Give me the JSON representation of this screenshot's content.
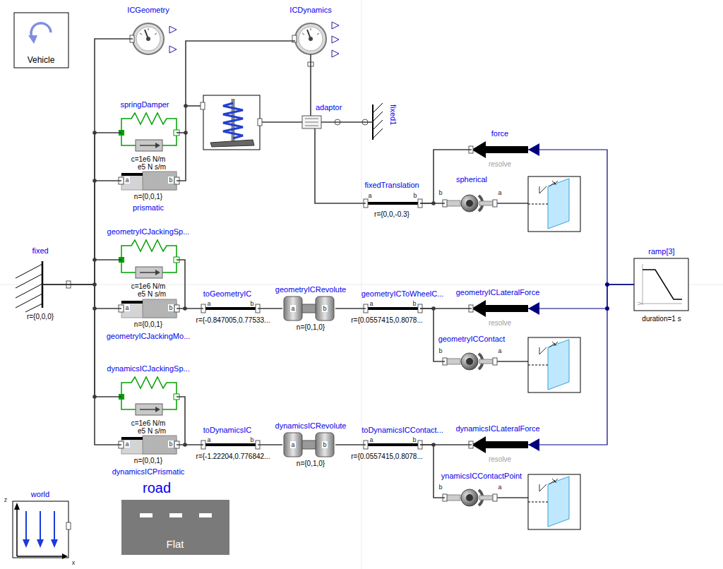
{
  "diagram": {
    "nodes": [
      {
        "text": [
          "Vehicle"
        ]
      },
      {
        "text": [
          "ICGeometry"
        ]
      },
      {
        "text": [
          "ICDynamics"
        ]
      },
      {
        "text": [
          "springDamper",
          "c=1e6 N/m",
          "e5 N s/m"
        ]
      },
      {
        "text": [
          "n={0,0,1}",
          "prismatic"
        ]
      },
      {
        "text": [
          "adaptor"
        ]
      },
      {
        "text": [
          "fixed1"
        ]
      },
      {
        "text": [
          "force",
          "resolve"
        ]
      },
      {
        "text": [
          "fixedTranslation",
          "r={0,0,-0.3}"
        ]
      },
      {
        "text": [
          "spherical"
        ]
      },
      {
        "text": [
          "fixed",
          "r={0,0,0}"
        ]
      },
      {
        "text": [
          "geometryICJackingSp...",
          "c=1e6 N/m",
          "e5 N s/m"
        ]
      },
      {
        "text": [
          "n={0,0,1}",
          "geometryICJackingMo..."
        ]
      },
      {
        "text": [
          "toGeometryIC",
          "r={-0.847005,0.77533..."
        ]
      },
      {
        "text": [
          "geometryICRevolute",
          "n={0,1,0}"
        ]
      },
      {
        "text": [
          "geometryICToWheelC...",
          "r={0.0557415,0.8078..."
        ]
      },
      {
        "text": [
          "geometryICLateralForce",
          "resolve"
        ]
      },
      {
        "text": [
          "geometryICContact"
        ]
      },
      {
        "text": [
          "ramp[3]",
          "duration=1 s"
        ]
      },
      {
        "text": [
          "dynamicsICJackingSp...",
          "c=1e6 N/m",
          "e5 N s/m"
        ]
      },
      {
        "text": [
          "n={0,0,1}",
          "dynamicsICPrismatic"
        ]
      },
      {
        "text": [
          "toDynamicsIC",
          "r={-1.22204,0.776842..."
        ]
      },
      {
        "text": [
          "dynamicsICRevolute",
          "n={0,1,0}"
        ]
      },
      {
        "text": [
          "toDynamicsICContact...",
          "r={0.0557415,0.8078..."
        ]
      },
      {
        "text": [
          "dynamicsICLateralForce",
          "resolve"
        ]
      },
      {
        "text": [
          "ynamicsICContactPoint"
        ]
      },
      {
        "text": [
          "world"
        ]
      },
      {
        "text": [
          "road",
          "Flat"
        ]
      }
    ],
    "edges": [
      {
        "from": 10,
        "to": 1,
        "arrow": "none"
      },
      {
        "from": 10,
        "to": 3,
        "arrow": "none"
      },
      {
        "from": 10,
        "to": 4,
        "arrow": "none"
      },
      {
        "from": 10,
        "to": 11,
        "arrow": "none"
      },
      {
        "from": 10,
        "to": 12,
        "arrow": "none"
      },
      {
        "from": 10,
        "to": 19,
        "arrow": "none"
      },
      {
        "from": 10,
        "to": 20,
        "arrow": "none"
      },
      {
        "from": 4,
        "to": 2,
        "arrow": "none"
      },
      {
        "from": 2,
        "to": 5,
        "arrow": "none"
      },
      {
        "from": 5,
        "to": 6,
        "arrow": "none"
      },
      {
        "from": 5,
        "to": 8,
        "arrow": "none"
      },
      {
        "from": 8,
        "to": 9,
        "arrow": "none"
      },
      {
        "from": 8,
        "to": 7,
        "arrow": "none"
      },
      {
        "from": 12,
        "to": 13,
        "arrow": "none"
      },
      {
        "from": 13,
        "to": 14,
        "arrow": "none"
      },
      {
        "from": 14,
        "to": 15,
        "arrow": "none"
      },
      {
        "from": 15,
        "to": 16,
        "arrow": "none"
      },
      {
        "from": 15,
        "to": 17,
        "arrow": "none"
      },
      {
        "from": 18,
        "to": 7,
        "arrow": "to"
      },
      {
        "from": 18,
        "to": 16,
        "arrow": "to"
      },
      {
        "from": 18,
        "to": 24,
        "arrow": "to"
      },
      {
        "from": 20,
        "to": 21,
        "arrow": "none"
      },
      {
        "from": 21,
        "to": 22,
        "arrow": "none"
      },
      {
        "from": 22,
        "to": 23,
        "arrow": "none"
      },
      {
        "from": 23,
        "to": 24,
        "arrow": "none"
      },
      {
        "from": 23,
        "to": 25,
        "arrow": "none"
      }
    ],
    "labels": [
      "a",
      "b",
      "a",
      "b",
      "b",
      "a",
      "a",
      "b",
      "a",
      "b",
      "a",
      "b",
      "a",
      "b",
      "b",
      "a",
      "a",
      "b",
      "a",
      "b",
      "a",
      "b",
      "a",
      "b",
      "b",
      "a",
      "z",
      "x"
    ]
  }
}
